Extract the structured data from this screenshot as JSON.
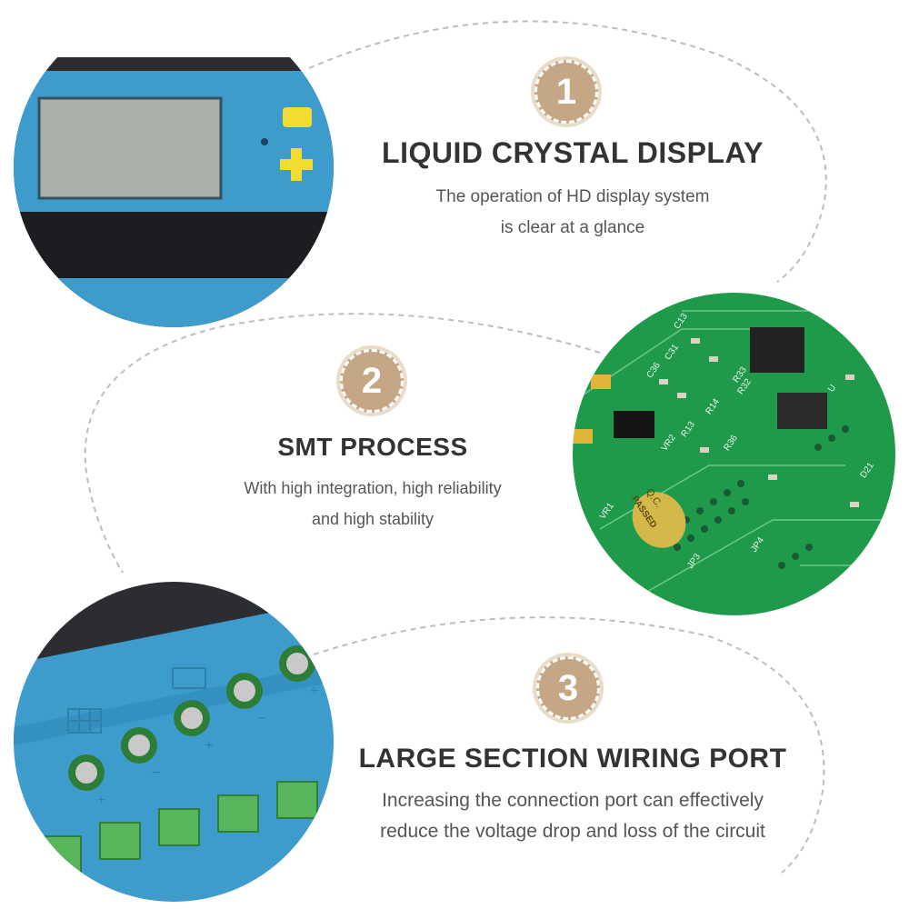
{
  "features": [
    {
      "number": "1",
      "title": "LIQUID CRYSTAL DISPLAY",
      "desc_lines": [
        "The operation of HD display system",
        "is clear at a glance"
      ]
    },
    {
      "number": "2",
      "title": "SMT PROCESS",
      "desc_lines": [
        "With high integration, high reliability",
        "and high stability"
      ]
    },
    {
      "number": "3",
      "title": "LARGE SECTION WIRING PORT",
      "desc_lines": [
        "Increasing the connection port can effectively",
        "reduce the voltage drop and loss of the circuit"
      ]
    }
  ],
  "pcb": {
    "stamp_line1": "Q.C.",
    "stamp_line2": "PASSED",
    "labels": [
      "C13",
      "C31",
      "C36",
      "R33",
      "R13",
      "R14",
      "VR1",
      "VR2",
      "R36",
      "R32",
      "U",
      "D21",
      "JP3",
      "JP4"
    ]
  },
  "terminal": {
    "polarity_plus": "+",
    "polarity_minus": "−"
  },
  "colors": {
    "badge": "#c5a785",
    "device_blue": "#3d9ccc",
    "button_yellow": "#f3dc2f",
    "pcb_green": "#1f9a4a",
    "terminal_green": "#58b85c"
  }
}
